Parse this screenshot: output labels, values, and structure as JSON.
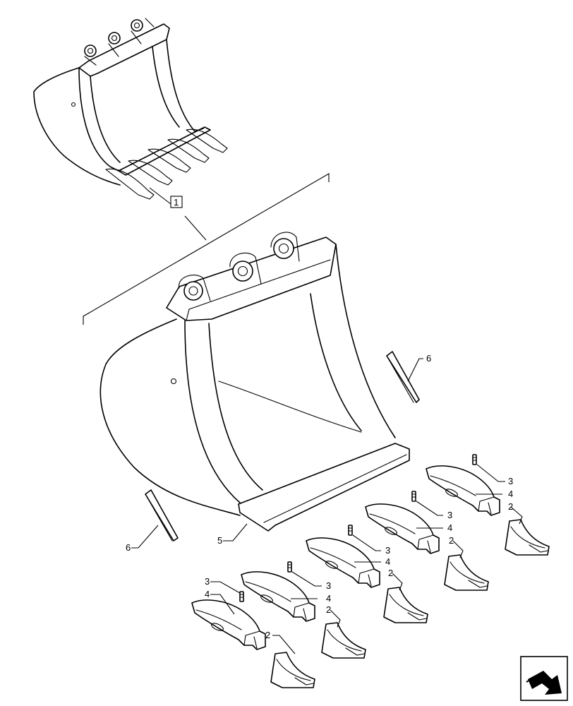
{
  "callouts": {
    "assembly": "1",
    "tooth": "2",
    "pin": "3",
    "lock": "4",
    "bucket": "5",
    "side_cutter": "6"
  },
  "nav_icon": "next-page-arrow-icon"
}
